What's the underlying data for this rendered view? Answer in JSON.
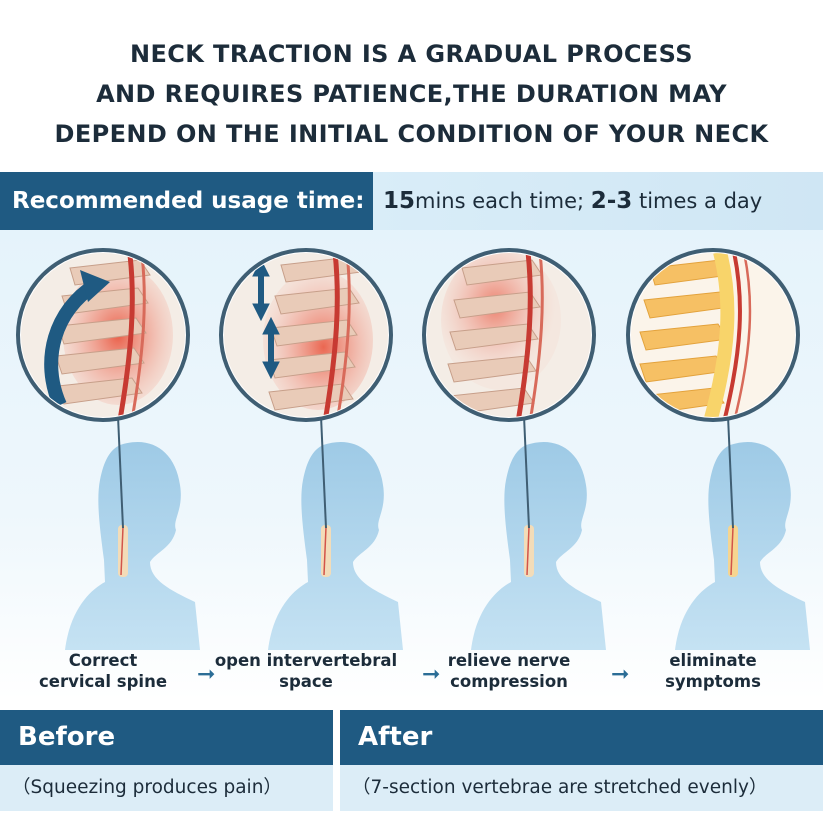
{
  "headline": {
    "line1": "NECK TRACTION IS A GRADUAL PROCESS",
    "line2": "AND REQUIRES PATIENCE,THE DURATION MAY",
    "line3": "DEPEND ON THE INITIAL CONDITION OF YOUR NECK"
  },
  "usage": {
    "label": "Recommended usage time:",
    "duration_num": "15",
    "duration_text": "mins each time; ",
    "frequency_num": "2-3",
    "frequency_text": " times a day"
  },
  "steps": [
    {
      "line1": "Correct",
      "line2": "cervical spine",
      "icon": "curved-arrow-icon"
    },
    {
      "line1": "open intervertebral",
      "line2": "space",
      "icon": "stretch-arrows-icon"
    },
    {
      "line1": "relieve nerve",
      "line2": "compression",
      "icon": ""
    },
    {
      "line1": "eliminate",
      "line2": "symptoms",
      "icon": ""
    }
  ],
  "step_arrow": "➞",
  "before": {
    "title": "Before",
    "caption": "（Squeezing produces pain）"
  },
  "after": {
    "title": "After",
    "caption": "（7-section vertebrae are stretched evenly）"
  },
  "colors": {
    "brand": "#1f5a82",
    "light_band": "#dcedf7",
    "pain": "#e8452c",
    "healthy": "#f6c064"
  }
}
